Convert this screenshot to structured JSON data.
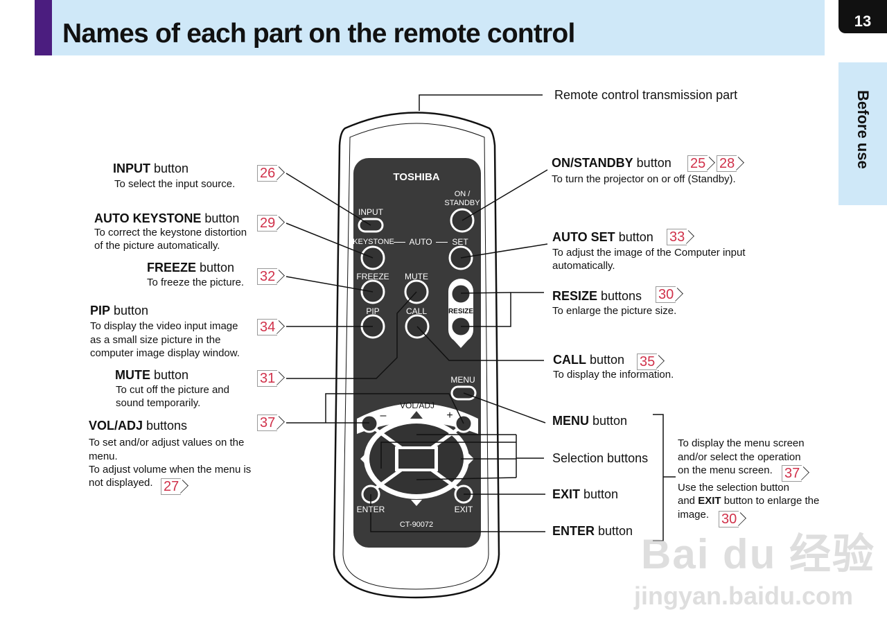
{
  "header": {
    "title": "Names of each part on the remote control",
    "page_number": "13",
    "side_tab": "Before use"
  },
  "colors": {
    "header_bg": "#cfe8f8",
    "stripe": "#4b1d7f",
    "ref_number": "#d0314a",
    "remote_panel": "#3a3a3a"
  },
  "remote": {
    "brand": "TOSHIBA",
    "model": "CT-90072",
    "labels": {
      "input": "INPUT",
      "on_standby_1": "ON /",
      "on_standby_2": "STANDBY",
      "keystone": "KEYSTONE",
      "auto": "AUTO",
      "set": "SET",
      "freeze": "FREEZE",
      "mute": "MUTE",
      "pip": "PIP",
      "call": "CALL",
      "resize": "RESIZE",
      "menu": "MENU",
      "vol_adj": "VOL/ADJ",
      "minus": "–",
      "plus": "+",
      "enter": "ENTER",
      "exit": "EXIT"
    }
  },
  "left": [
    {
      "bold": "INPUT",
      "rest": " button",
      "desc": [
        "To select the input source."
      ],
      "refs": [
        "26"
      ]
    },
    {
      "bold": "AUTO KEYSTONE",
      "rest": " button",
      "desc": [
        "To correct the keystone distortion",
        "of the picture automatically."
      ],
      "refs": [
        "29"
      ]
    },
    {
      "bold": "FREEZE",
      "rest": " button",
      "desc": [
        "To freeze the picture."
      ],
      "refs": [
        "32"
      ]
    },
    {
      "bold": "PIP",
      "rest": " button",
      "desc": [
        "To display the video input image",
        "as a small size picture in the",
        "computer image display window."
      ],
      "refs": [
        "34"
      ]
    },
    {
      "bold": "MUTE",
      "rest": " button",
      "desc": [
        "To cut off the picture and",
        "sound temporarily."
      ],
      "refs": [
        "31"
      ]
    },
    {
      "bold": "VOL/ADJ",
      "rest": " buttons",
      "desc": [
        "To set and/or adjust values on the",
        "menu.",
        "To adjust volume when the menu is",
        "not displayed."
      ],
      "refs": [
        "37",
        "27"
      ]
    }
  ],
  "right": [
    {
      "bold": "",
      "rest": "Remote control transmission part"
    },
    {
      "bold": "ON/STANDBY",
      "rest": " button",
      "desc": [
        "To turn the projector on or off (Standby)."
      ],
      "refs": [
        "25",
        "28"
      ]
    },
    {
      "bold": "AUTO SET",
      "rest": " button",
      "desc": [
        "To adjust the image of the Computer input",
        "automatically."
      ],
      "refs": [
        "33"
      ]
    },
    {
      "bold": "RESIZE",
      "rest": " buttons",
      "desc": [
        "To enlarge the picture size."
      ],
      "refs": [
        "30"
      ]
    },
    {
      "bold": "CALL",
      "rest": " button",
      "desc": [
        "To display the information."
      ],
      "refs": [
        "35"
      ]
    },
    {
      "bold": "MENU",
      "rest": " button"
    },
    {
      "bold": "",
      "rest": "Selection buttons"
    },
    {
      "bold": "EXIT",
      "rest": " button"
    },
    {
      "bold": "ENTER",
      "rest": " button"
    }
  ],
  "menu_note": {
    "lines": [
      "To display the menu screen",
      "and/or select the operation",
      "on the menu screen."
    ],
    "ref1": "37",
    "line4": "Use the selection button",
    "line5_a": "and ",
    "line5_b": "EXIT",
    "line5_c": " button to enlarge the",
    "line6": "image.",
    "ref2": "30"
  },
  "watermark": {
    "line1": "Bai du 经验",
    "line2": "jingyan.baidu.com"
  }
}
